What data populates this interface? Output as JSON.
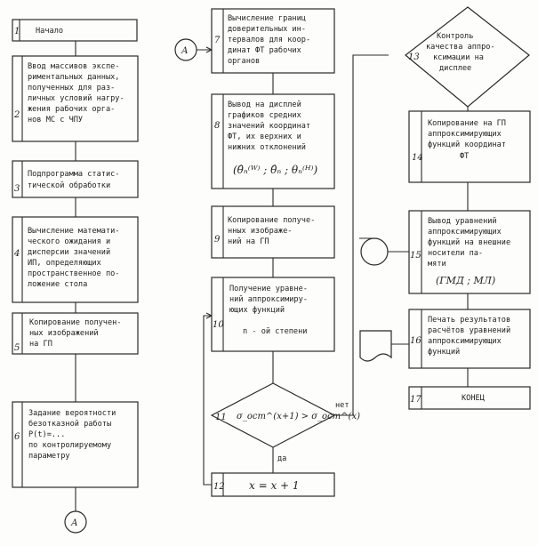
{
  "blocks": {
    "b1": {
      "num": "1",
      "lines": [
        "Начало"
      ]
    },
    "b2": {
      "num": "2",
      "lines": [
        "Ввод массивов экспе-",
        "риментальных данных,",
        "полученных для раз-",
        "личных условий нагру-",
        "жения рабочих орга-",
        "нов МС с ЧПУ"
      ]
    },
    "b3": {
      "num": "3",
      "lines": [
        "Подпрограмма статис-",
        "тической обработки"
      ]
    },
    "b4": {
      "num": "4",
      "lines": [
        "Вычисление математи-",
        "ческого ожидания и",
        "дисперсии значений",
        "ИП, определяющих",
        "пространственное по-",
        "ложение стола"
      ]
    },
    "b5": {
      "num": "5",
      "lines": [
        "Копирование получен-",
        "ных изображений",
        "на ГП"
      ]
    },
    "b6": {
      "num": "6",
      "lines": [
        "Задание вероятности",
        "безотказной работы",
        "P(t)=...",
        "по контролируемому",
        "параметру"
      ]
    },
    "b7": {
      "num": "7",
      "lines": [
        "Вычисление границ",
        "доверительных ин-",
        "тервалов для коор-",
        "динат ФТ рабочих",
        "органов"
      ]
    },
    "b8": {
      "num": "8",
      "lines": [
        "Вывод на дисплей",
        "графиков средних",
        "значений координат",
        "ФТ, их верхних и",
        "нижних отклонений"
      ],
      "formula": "(θ̂ₙ⁽ᵂ⁾ ; θ̂ₙ ; θₙ⁽ᴴ⁾)"
    },
    "b9": {
      "num": "9",
      "lines": [
        "Копирование получе-",
        "нных изображе-",
        "ний на ГП"
      ]
    },
    "b10": {
      "num": "10",
      "lines": [
        "Получение уравне-",
        "ний аппроксимиру-",
        "ющих функций",
        "n - ой степени"
      ]
    },
    "b11": {
      "num": "11",
      "formula": "σ_ост^(x+1) > σ_ост^(x)"
    },
    "b12": {
      "num": "12",
      "formula": "x = x + 1"
    },
    "b13": {
      "num": "13",
      "lines": [
        "Контроль",
        "качества аппро-",
        "ксимации на",
        "дисплее"
      ]
    },
    "b14": {
      "num": "14",
      "lines": [
        "Копирование на ГП",
        "аппроксимирующих",
        "функций координат",
        "ФТ"
      ]
    },
    "b15": {
      "num": "15",
      "lines": [
        "Вывод уравнений",
        "аппроксимирующих",
        "функций на внешние",
        "носители па-",
        "мяти"
      ],
      "formula": "(ГМД ; МЛ)"
    },
    "b16": {
      "num": "16",
      "lines": [
        "Печать результатов",
        "расчётов уравнений",
        "аппроксимирующих",
        "функций"
      ]
    },
    "b17": {
      "num": "17",
      "lines": [
        "КОНЕЦ"
      ]
    }
  },
  "connectors": {
    "a_bottom": "А",
    "a_top": "А"
  },
  "edge_labels": {
    "no": "нет",
    "yes": "да"
  }
}
